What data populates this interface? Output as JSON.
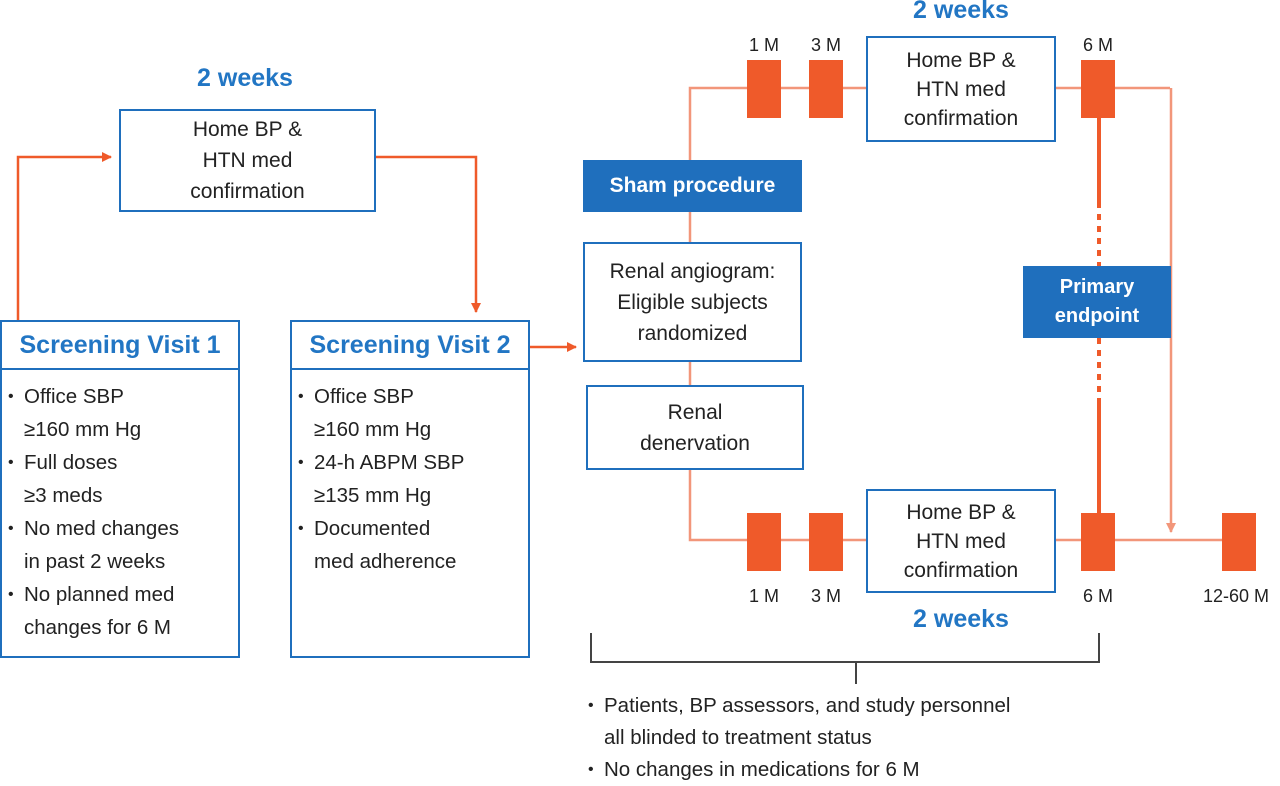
{
  "colors": {
    "accent_blue": "#1f6fbd",
    "timeline_orange": "#ef5a2a",
    "connector_light": "#f2967a",
    "text": "#222222",
    "brace": "#444444"
  },
  "top_left_flow": {
    "duration_label": "2 weeks",
    "box_lines": [
      "Home BP &",
      "HTN med",
      "confirmation"
    ]
  },
  "screening_visit_1": {
    "title": "Screening Visit 1",
    "bullets": [
      [
        "Office SBP",
        "≥160 mm Hg"
      ],
      [
        "Full doses",
        "≥3 meds"
      ],
      [
        "No med changes",
        "in past 2 weeks"
      ],
      [
        "No planned med",
        "changes for 6 M"
      ]
    ]
  },
  "screening_visit_2": {
    "title": "Screening Visit 2",
    "bullets": [
      [
        "Office SBP",
        "≥160 mm Hg"
      ],
      [
        "24-h ABPM SBP",
        "≥135 mm Hg"
      ],
      [
        "Documented",
        "med adherence"
      ]
    ]
  },
  "sham_procedure": {
    "label": "Sham procedure"
  },
  "renal_angiogram": {
    "lines": [
      "Renal angiogram:",
      "Eligible subjects",
      "randomized"
    ]
  },
  "renal_denervation": {
    "lines": [
      "Renal",
      "denervation"
    ]
  },
  "sham_arm": {
    "duration_label": "2 weeks",
    "confirmation_lines": [
      "Home BP &",
      "HTN med",
      "confirmation"
    ],
    "timepoints": [
      "1 M",
      "3 M",
      "6 M"
    ]
  },
  "denervation_arm": {
    "duration_label": "2 weeks",
    "confirmation_lines": [
      "Home BP &",
      "HTN med",
      "confirmation"
    ],
    "timepoints": [
      "1 M",
      "3 M",
      "6 M",
      "12-60 M"
    ]
  },
  "primary_endpoint": {
    "lines": [
      "Primary",
      "endpoint"
    ]
  },
  "blinding_notes": [
    [
      "Patients, BP assessors, and study personnel",
      "all blinded to treatment status"
    ],
    [
      "No changes in medications for 6 M"
    ]
  ]
}
